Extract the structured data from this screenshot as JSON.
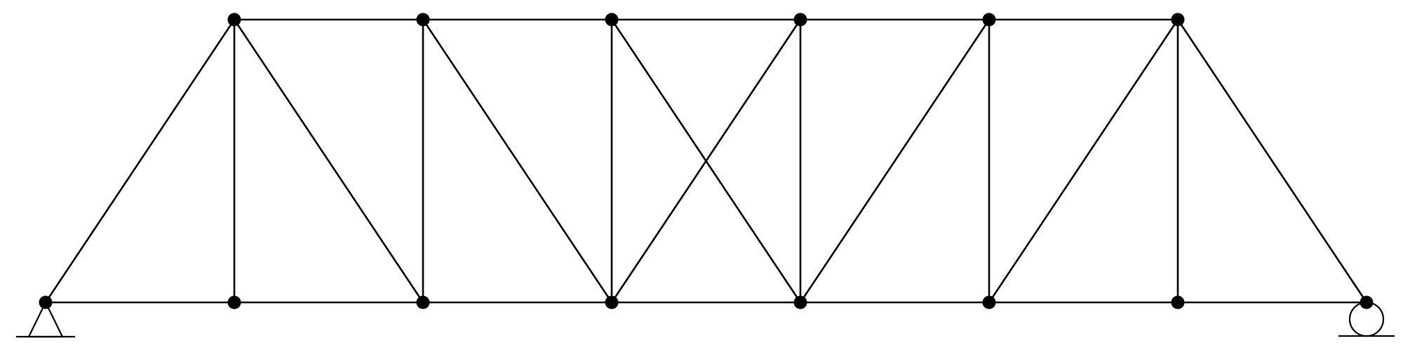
{
  "diagram": {
    "type": "truss",
    "colors": {
      "background": "#ffffff",
      "member": "#000000",
      "node": "#000000"
    },
    "nodes": [
      {
        "id": "L0"
      },
      {
        "id": "L1"
      },
      {
        "id": "L2"
      },
      {
        "id": "L3"
      },
      {
        "id": "L4"
      },
      {
        "id": "L5"
      },
      {
        "id": "L6"
      },
      {
        "id": "L7"
      },
      {
        "id": "U1"
      },
      {
        "id": "U2"
      },
      {
        "id": "U3"
      },
      {
        "id": "U4"
      },
      {
        "id": "U5"
      },
      {
        "id": "U6"
      }
    ],
    "members": [
      [
        "L0",
        "L1"
      ],
      [
        "L1",
        "L2"
      ],
      [
        "L2",
        "L3"
      ],
      [
        "L3",
        "L4"
      ],
      [
        "L4",
        "L5"
      ],
      [
        "L5",
        "L6"
      ],
      [
        "L6",
        "L7"
      ],
      [
        "U1",
        "U2"
      ],
      [
        "U2",
        "U3"
      ],
      [
        "U3",
        "U4"
      ],
      [
        "U4",
        "U5"
      ],
      [
        "U5",
        "U6"
      ],
      [
        "L1",
        "U1"
      ],
      [
        "L2",
        "U2"
      ],
      [
        "L3",
        "U3"
      ],
      [
        "L4",
        "U4"
      ],
      [
        "L5",
        "U5"
      ],
      [
        "L6",
        "U6"
      ],
      [
        "L0",
        "U1"
      ],
      [
        "U1",
        "L2"
      ],
      [
        "U2",
        "L3"
      ],
      [
        "U3",
        "L4"
      ],
      [
        "L3",
        "U4"
      ],
      [
        "L4",
        "U5"
      ],
      [
        "L5",
        "U6"
      ],
      [
        "U6",
        "L7"
      ]
    ],
    "supports": [
      {
        "node": "L0",
        "type": "pin"
      },
      {
        "node": "L7",
        "type": "roller"
      }
    ]
  }
}
